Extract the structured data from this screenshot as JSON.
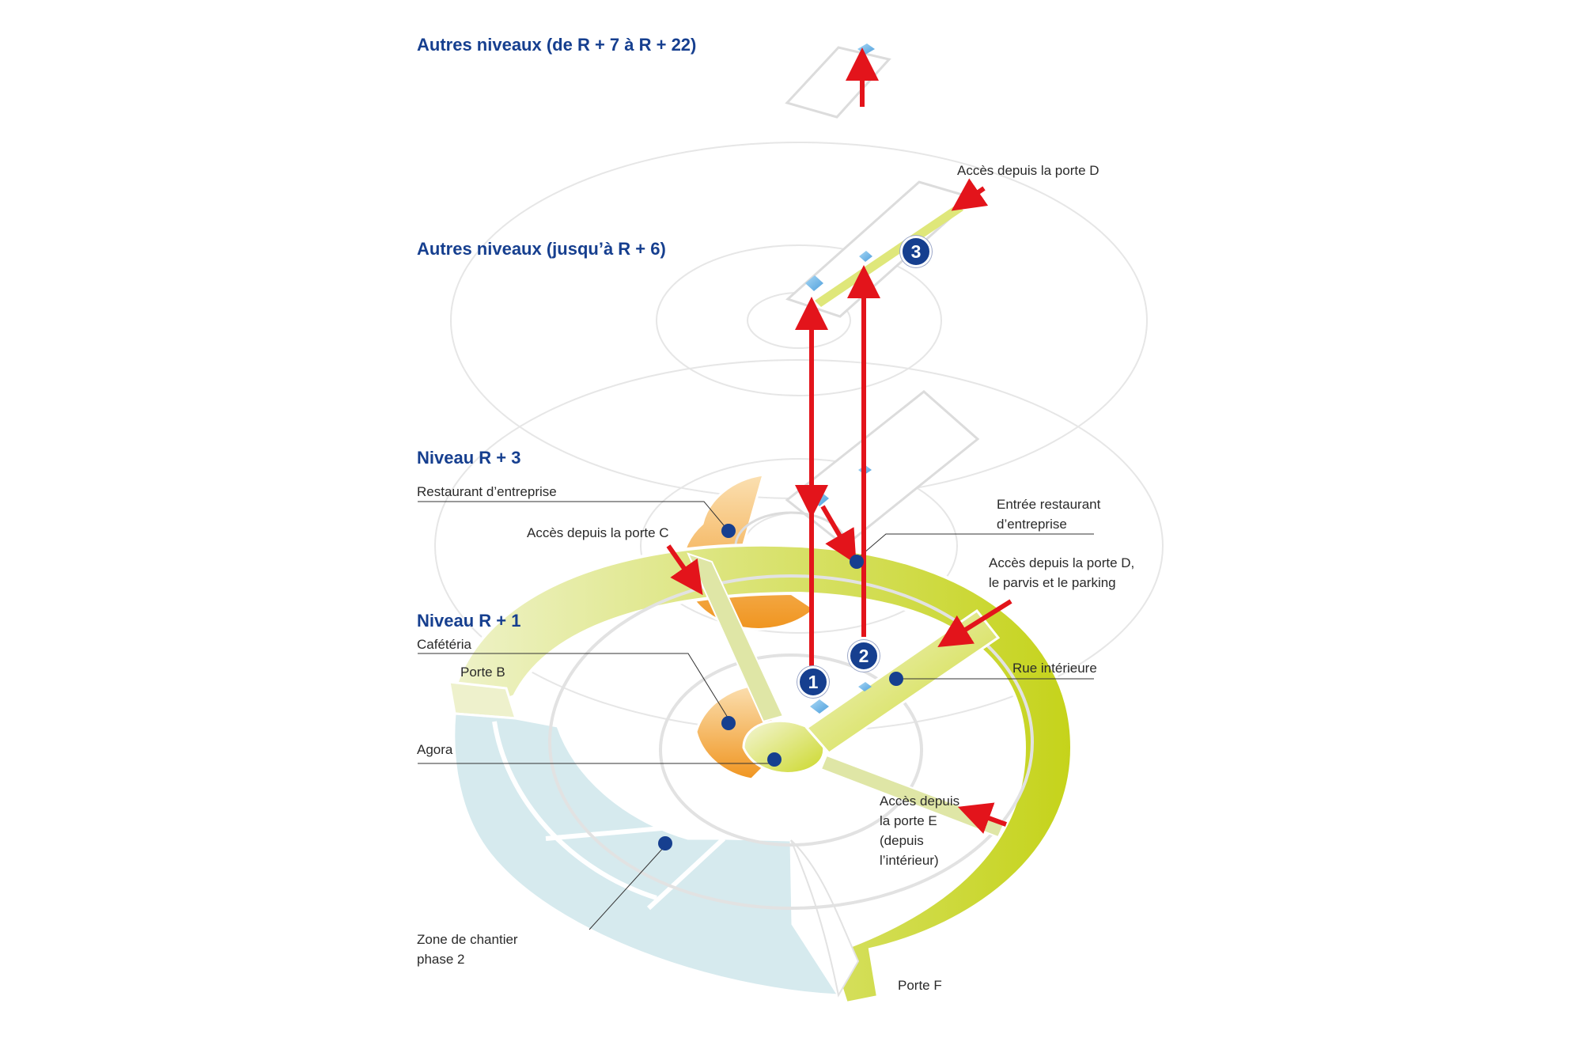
{
  "levels": {
    "top": "Autres niveaux (de R + 7 à R + 22)",
    "upper": "Autres niveaux (jusqu’à R + 6)",
    "r3": "Niveau R + 3",
    "r1": "Niveau R + 1"
  },
  "labels": {
    "acces_porte_d": "Accès depuis la porte D",
    "restaurant": "Restaurant d’entreprise",
    "acces_porte_c": "Accès depuis la porte C",
    "entree_restaurant": "Entrée restaurant\nd’entreprise",
    "acces_porte_d_parvis": "Accès depuis la porte D,\nle parvis et le parking",
    "cafeteria": "Cafétéria",
    "porte_b": "Porte B",
    "rue_interieure": "Rue intérieure",
    "agora": "Agora",
    "acces_porte_e": "Accès depuis\nla porte E\n(depuis\nl’intérieur)",
    "zone_chantier": "Zone de chantier\nphase 2",
    "porte_f": "Porte F"
  },
  "markers": [
    "1",
    "2",
    "3"
  ],
  "colors": {
    "level_title": "#163f8f",
    "arrow": "#e3141b",
    "marker": "#163f8f",
    "green_zone": "#c8d41a",
    "orange_zone": "#f2a63a",
    "construction_zone": "#d4e9ec",
    "elevator": "#7fbfe8"
  }
}
